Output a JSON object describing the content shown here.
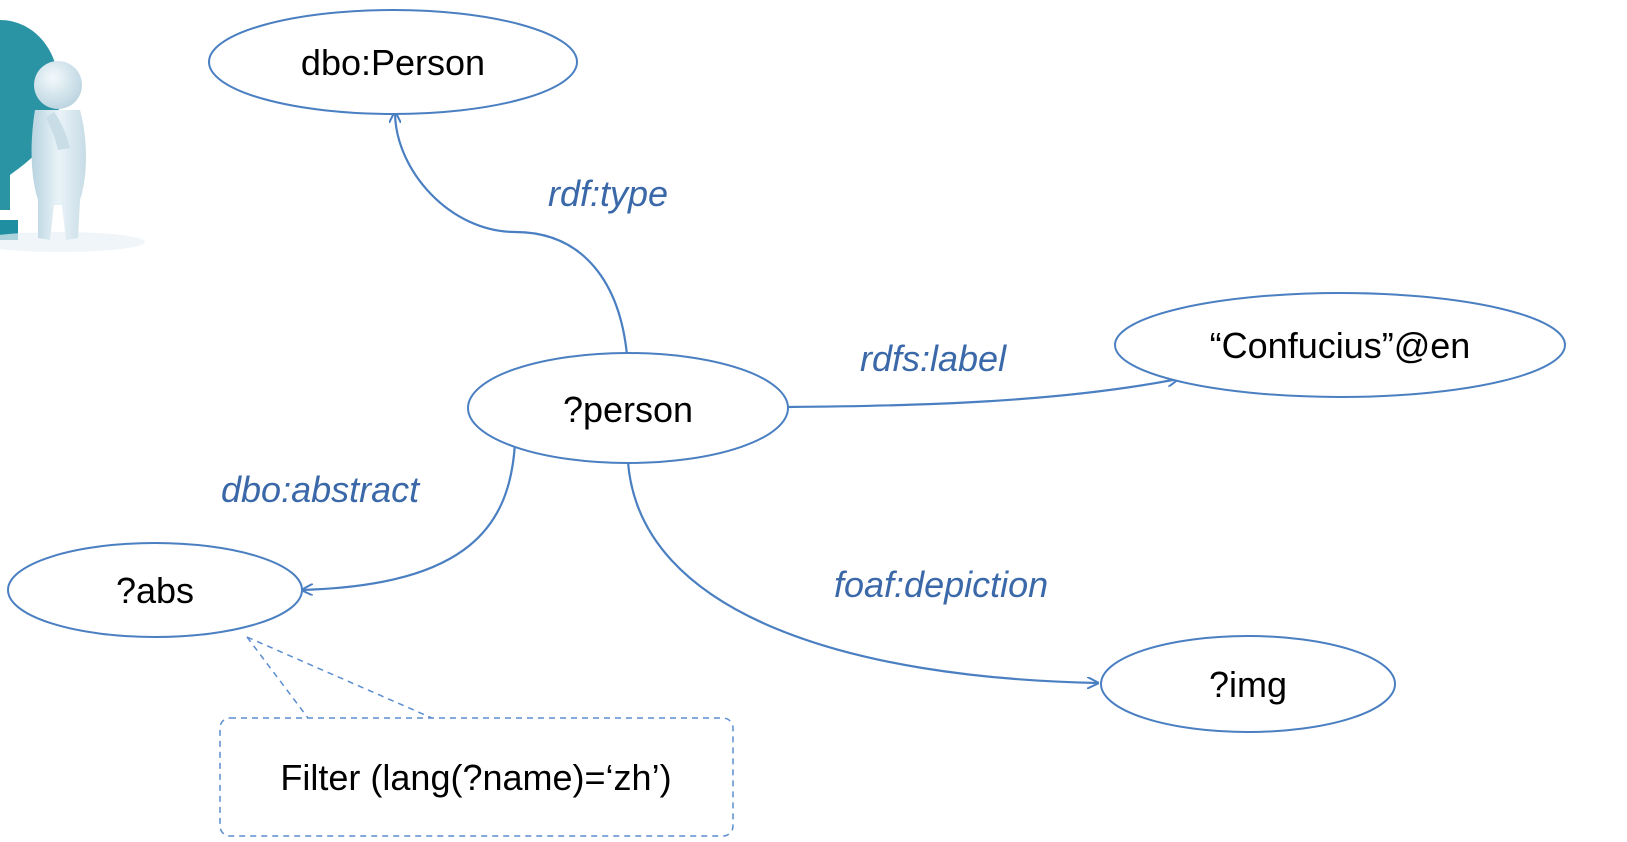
{
  "colors": {
    "node_stroke": "#4a7fc1",
    "edge_stroke": "#4a7fc1",
    "edge_label": "#3a68a8",
    "callout_stroke": "#5b8ed1",
    "figure_teal": "#1f8ea0",
    "figure_body": "#d6e6ee"
  },
  "figure": {
    "icon": "thinking-person-question-mark-icon"
  },
  "nodes": {
    "person_class": "dbo:Person",
    "person": "?person",
    "label": "“Confucius”@en",
    "abs": "?abs",
    "img": "?img"
  },
  "edges": {
    "type": "rdf:type",
    "label": "rdfs:label",
    "abstract": "dbo:abstract",
    "depiction": "foaf:depiction"
  },
  "filter": {
    "text": "Filter (lang(?name)=‘zh’)"
  }
}
